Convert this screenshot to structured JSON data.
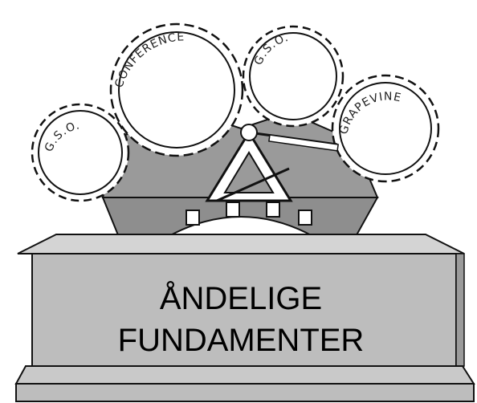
{
  "gears": {
    "conference": "CONFERENCE",
    "gso_top": "G.S.O.",
    "gso_left": "G.S.O.",
    "grapevine": "GRAPEVINE"
  },
  "base": {
    "line1": "ÅNDELIGE",
    "line2": "FUNDAMENTER"
  },
  "colors": {
    "stone": "#bfbfbf",
    "stone_dark": "#8e8e8e",
    "gear_fill": "#ffffff",
    "ink": "#111111"
  }
}
